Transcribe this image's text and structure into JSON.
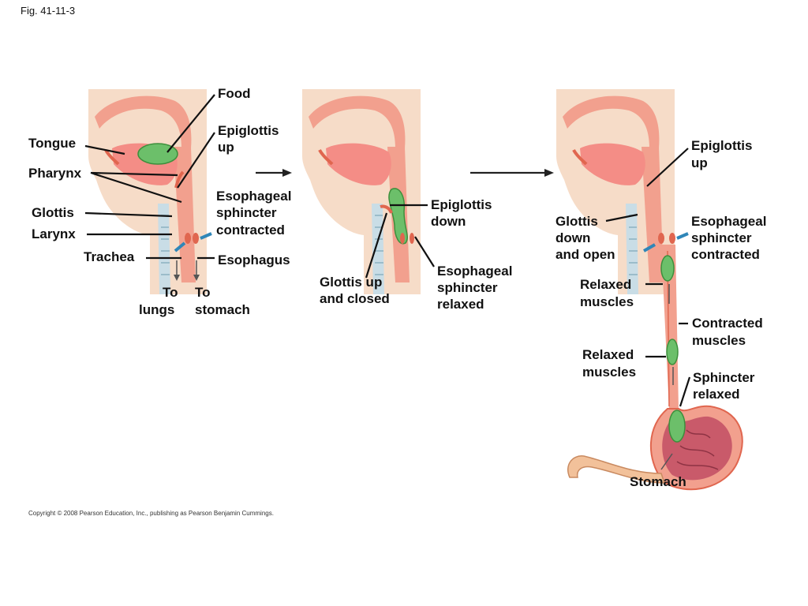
{
  "figure_label": "Fig. 41-11-3",
  "copyright": "Copyright © 2008 Pearson Education, Inc., publishing as Pearson Benjamin Cummings.",
  "colors": {
    "skin": "#f6dcc8",
    "tissue": "#f2a08e",
    "tissue_dark": "#e0664f",
    "mouth": "#f48d86",
    "food": "#6cbf6a",
    "trachea": "#c9dde6",
    "arrow_blue": "#2f86b8",
    "stomach_inner": "#c95a6a"
  },
  "panel1": {
    "food": "Food",
    "epiglottis_up_1": "Epiglottis",
    "epiglottis_up_2": "up",
    "tongue": "Tongue",
    "pharynx": "Pharynx",
    "glottis": "Glottis",
    "larynx": "Larynx",
    "trachea": "Trachea",
    "sphincter_1": "Esophageal",
    "sphincter_2": "sphincter",
    "sphincter_3": "contracted",
    "esophagus": "Esophagus",
    "to_lungs_1": "To",
    "to_lungs_2": "lungs",
    "to_stomach_1": "To",
    "to_stomach_2": "stomach"
  },
  "panel2": {
    "epiglottis_down_1": "Epiglottis",
    "epiglottis_down_2": "down",
    "glottis_up_1": "Glottis up",
    "glottis_up_2": "and closed",
    "sphincter_1": "Esophageal",
    "sphincter_2": "sphincter",
    "sphincter_3": "relaxed"
  },
  "panel3": {
    "epiglottis_up_1": "Epiglottis",
    "epiglottis_up_2": "up",
    "glottis_1": "Glottis",
    "glottis_2": "down",
    "glottis_3": "and open",
    "sphincter_1": "Esophageal",
    "sphincter_2": "sphincter",
    "sphincter_3": "contracted",
    "relaxed_a_1": "Relaxed",
    "relaxed_a_2": "muscles",
    "contracted_1": "Contracted",
    "contracted_2": "muscles",
    "relaxed_b_1": "Relaxed",
    "relaxed_b_2": "muscles",
    "sphincter_relaxed_1": "Sphincter",
    "sphincter_relaxed_2": "relaxed",
    "stomach": "Stomach"
  }
}
